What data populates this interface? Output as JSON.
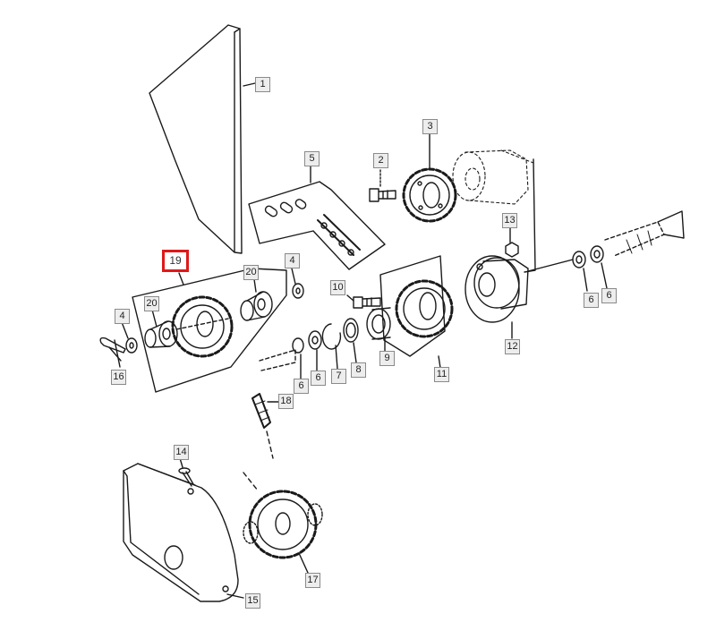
{
  "diagram": {
    "highlight_color": "#e01818",
    "line_color": "#1a1a1a",
    "callouts": [
      {
        "id": "1",
        "label": "1"
      },
      {
        "id": "2",
        "label": "2"
      },
      {
        "id": "3",
        "label": "3"
      },
      {
        "id": "4a",
        "label": "4"
      },
      {
        "id": "4b",
        "label": "4"
      },
      {
        "id": "5",
        "label": "5"
      },
      {
        "id": "6a",
        "label": "6"
      },
      {
        "id": "6b",
        "label": "6"
      },
      {
        "id": "6c",
        "label": "6"
      },
      {
        "id": "6d",
        "label": "6"
      },
      {
        "id": "7",
        "label": "7"
      },
      {
        "id": "8",
        "label": "8"
      },
      {
        "id": "9",
        "label": "9"
      },
      {
        "id": "10",
        "label": "10"
      },
      {
        "id": "11",
        "label": "11"
      },
      {
        "id": "12",
        "label": "12"
      },
      {
        "id": "13",
        "label": "13"
      },
      {
        "id": "14",
        "label": "14"
      },
      {
        "id": "15",
        "label": "15"
      },
      {
        "id": "16",
        "label": "16"
      },
      {
        "id": "17",
        "label": "17"
      },
      {
        "id": "18",
        "label": "18"
      },
      {
        "id": "19",
        "label": "19",
        "highlighted": true
      },
      {
        "id": "20a",
        "label": "20"
      },
      {
        "id": "20b",
        "label": "20"
      }
    ]
  }
}
